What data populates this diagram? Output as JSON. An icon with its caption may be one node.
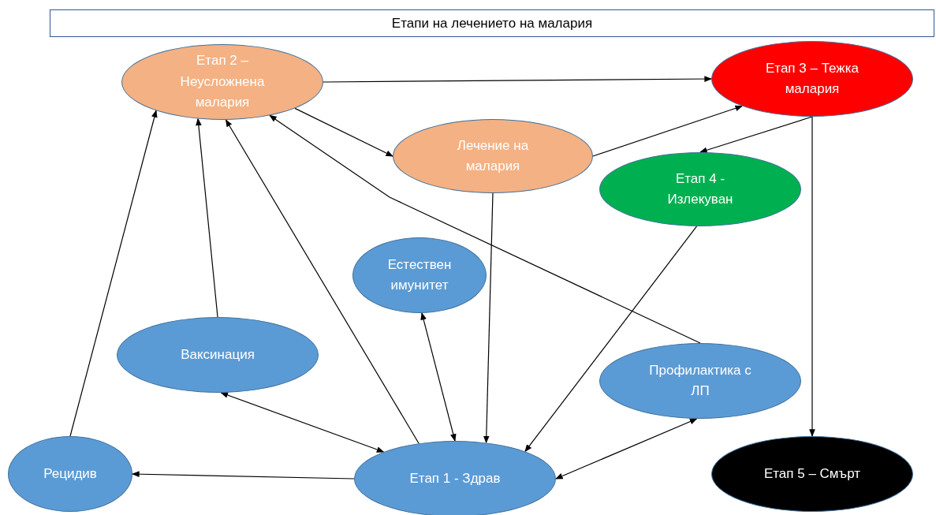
{
  "diagram": {
    "title": "Етапи на лечението на малария",
    "nodes": [
      {
        "text": [
          "Етап 2 – Неусложнена малария"
        ]
      },
      {
        "text": [
          "Етап 3 – Тежка малария"
        ]
      },
      {
        "text": [
          "Лечение на малария"
        ]
      },
      {
        "text": [
          "Етап 4 - Излекуван"
        ]
      },
      {
        "text": [
          "Естествен имунитет"
        ]
      },
      {
        "text": [
          "Ваксинация"
        ]
      },
      {
        "text": [
          "Профилактика с ЛП"
        ]
      },
      {
        "text": [
          "Рецидив"
        ]
      },
      {
        "text": [
          "Етап 1 - Здрав"
        ]
      },
      {
        "text": [
          "Етап 5 – Смърт"
        ]
      }
    ],
    "edges": [
      {
        "from": 0,
        "to": 1,
        "arrow": "to"
      },
      {
        "from": 0,
        "to": 2,
        "arrow": "to"
      },
      {
        "from": 2,
        "to": 1,
        "arrow": "to"
      },
      {
        "from": 1,
        "to": 3,
        "arrow": "to"
      },
      {
        "from": 1,
        "to": 9,
        "arrow": "to"
      },
      {
        "from": 2,
        "to": 8,
        "arrow": "to"
      },
      {
        "from": 3,
        "to": 8,
        "arrow": "to"
      },
      {
        "from": 6,
        "to": 0,
        "arrow": "to"
      },
      {
        "from": 5,
        "to": 0,
        "arrow": "to"
      },
      {
        "from": 7,
        "to": 0,
        "arrow": "to"
      },
      {
        "from": 8,
        "to": 0,
        "arrow": "to"
      },
      {
        "from": 8,
        "to": 4,
        "arrow": "both"
      },
      {
        "from": 8,
        "to": 5,
        "arrow": "both"
      },
      {
        "from": 8,
        "to": 6,
        "arrow": "both"
      },
      {
        "from": 8,
        "to": 7,
        "arrow": "to"
      }
    ]
  }
}
